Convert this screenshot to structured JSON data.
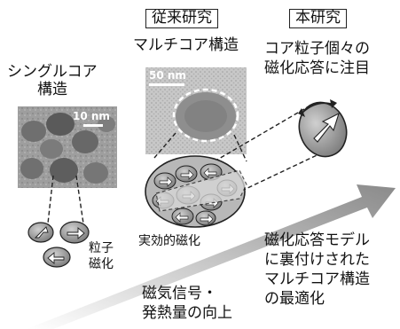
{
  "headers": {
    "conventional": "従来研究",
    "this_study": "本研究"
  },
  "labels": {
    "single_core_line1": "シングルコア",
    "single_core_line2": "構造",
    "multi_core": "マルチコア構造",
    "focus_line1": "コア粒子個々の",
    "focus_line2": "磁化応答に注目",
    "particle_magnetization_line1": "粒子",
    "particle_magnetization_line2": "磁化",
    "effective_magnetization": "実効的磁化",
    "signal_line1": "磁気信号・",
    "signal_line2": "発熱量の向上",
    "optimization_line1": "磁化応答モデル",
    "optimization_line2": "に裏付けされた",
    "optimization_line3": "マルチコア構造",
    "optimization_line4": "の最適化"
  },
  "scale_bars": {
    "single_core": "10 nm",
    "multi_core": "50 nm"
  },
  "colors": {
    "arrow_start": "#f2f2f2",
    "arrow_end": "#8a8a8a",
    "particle": "#9a9a9a",
    "particle_dark": "#6e6e6e"
  }
}
